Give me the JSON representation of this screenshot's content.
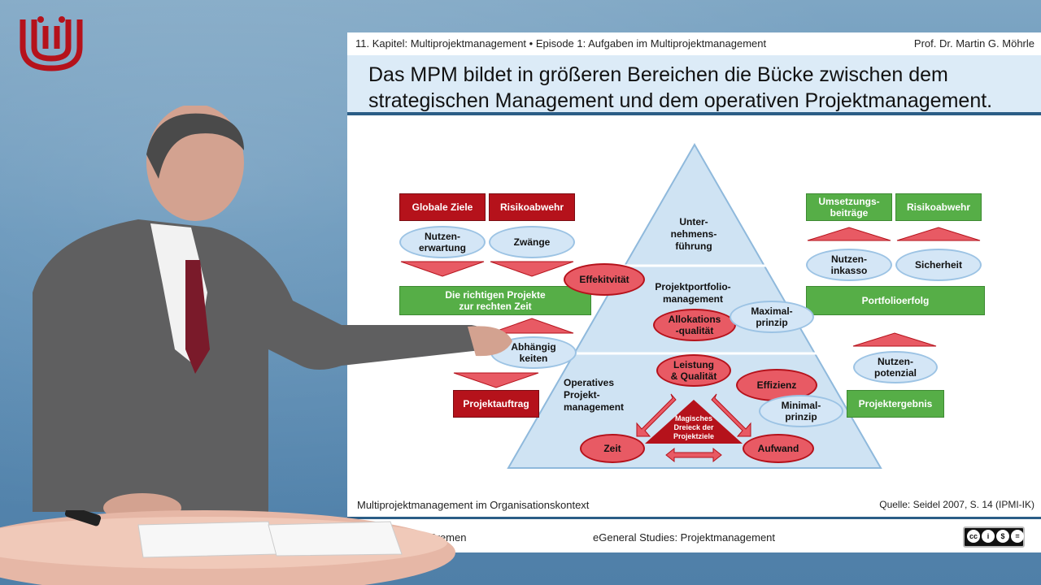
{
  "slide": {
    "course_line": "11. Kapitel: Multiprojektmanagement  •  Episode 1: Aufgaben im Multiprojektmanagement",
    "author": "Prof. Dr. Martin G. Möhrle",
    "title_line1": "Das MPM bildet in größeren Bereichen die Bücke zwischen dem",
    "title_line2": "strategischen Management und dem operativen Projektmanagement.",
    "footer_left": "Multiprojektmanagement im Organisationskontext",
    "footer_right": "Quelle: Seidel  2007, S. 14  (IPMI-IK)"
  },
  "diagram": {
    "pyramid_levels": {
      "top": "Unter-\nnehmens-\nführung",
      "middle": "Projektportfolio-\nmanagement",
      "bottom": "Operatives\nProjekt-\nmanagement"
    },
    "center_triangle": "Magisches\nDreieck der\nProjektziele",
    "left": {
      "red_boxes": [
        "Globale Ziele",
        "Risikoabwehr"
      ],
      "ovals": [
        "Nutzen-\nerwartung",
        "Zwänge"
      ],
      "green_box": "Die richtigen Projekte\nzur rechten Zeit",
      "oval_partial": "Abhängig\nkeiten",
      "bottom_red_box": "Projektauftrag"
    },
    "right": {
      "green_boxes": [
        "Umsetzungs-\nbeiträge",
        "Risikoabwehr"
      ],
      "ovals": [
        "Nutzen-\ninkasso",
        "Sicherheit"
      ],
      "green_box": "Portfolioerfolg",
      "oval": "Nutzen-\npotenzial",
      "bottom_green_box": "Projektergebnis"
    },
    "pyramid_ovals": {
      "effektivitaet": "Effekitvität",
      "allokation": "Allokations\n-qualität",
      "maximal": "Maximal-\nprinzip",
      "leistung": "Leistung\n& Qualität",
      "effizienz": "Effizienz",
      "minimal": "Minimal-\nprinzip",
      "zeit": "Zeit",
      "aufwand": "Aufwand"
    }
  },
  "footer_bar": {
    "university": "ität Bremen",
    "course": "eGeneral Studies: Projektmanagement",
    "license_glyphs": [
      "cc",
      "i",
      "$",
      "="
    ]
  },
  "colors": {
    "red": "#b5121b",
    "green": "#56ae47",
    "blue_oval": "#d4e6f6",
    "pyramid": "#cfe3f3",
    "accent_blue": "#2b5d86"
  }
}
